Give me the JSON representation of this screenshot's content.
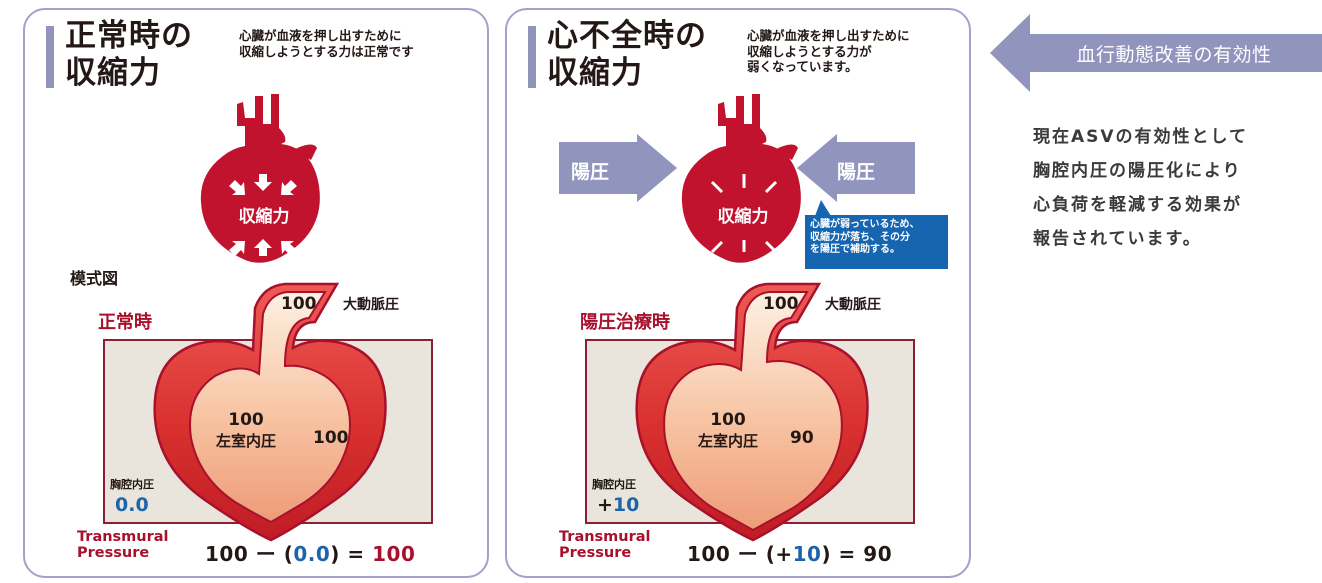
{
  "colors": {
    "accent_red": "#a8112c",
    "heart_red": "#c1122e",
    "pressure_arrow": "#9194bd",
    "callout_blue": "#1565b0",
    "value_blue": "#1e64ab",
    "panel_border": "#9fa3c9",
    "box_fill": "#e9e5dc"
  },
  "icons": {
    "heart": "heart-icon",
    "arrows": "arrow-icon"
  },
  "normal": {
    "title_line1": "正常時の",
    "title_line2": "収縮力",
    "desc_line1": "心臓が血液を押し出すために",
    "desc_line2": "収縮しようとする力は正常です",
    "heart_label": "収縮力",
    "schema_label": "模式図",
    "mode_title": "正常時",
    "aorta_value": "100",
    "aorta_label": "大動脈圧",
    "lv_value": "100",
    "lv_label": "左室内圧",
    "wall_value": "100",
    "itp_label": "胸腔内圧",
    "itp_value": "0.0",
    "tp_label_line1": "Transmural",
    "tp_label_line2": "Pressure",
    "formula_a": "100",
    "formula_op": "ー",
    "formula_open": "(",
    "formula_b": "0.0",
    "formula_close": ")",
    "formula_eq": "=",
    "formula_result": "100"
  },
  "failure": {
    "title_line1": "心不全時の",
    "title_line2": "収縮力",
    "desc_line1": "心臓が血液を押し出すために",
    "desc_line2": "収縮しようとする力が",
    "desc_line3": "弱くなっています。",
    "heart_label": "収縮力",
    "positive_pressure_left": "陽圧",
    "positive_pressure_right": "陽圧",
    "callout_line1": "心臓が弱っているため、",
    "callout_line2": "収縮力が落ち、その分",
    "callout_line3": "を陽圧で補助する。",
    "mode_title": "陽圧治療時",
    "aorta_value": "100",
    "aorta_label": "大動脈圧",
    "lv_value": "100",
    "lv_label": "左室内圧",
    "wall_value": "90",
    "itp_label": "胸腔内圧",
    "itp_sign": "+",
    "itp_value": "10",
    "tp_label_line1": "Transmural",
    "tp_label_line2": "Pressure",
    "formula_a": "100",
    "formula_op": "ー",
    "formula_open": "(+",
    "formula_b": "10",
    "formula_close": ")",
    "formula_eq": "=",
    "formula_result": "90"
  },
  "side": {
    "banner": "血行動態改善の有効性",
    "line1": "現在ASVの有効性として",
    "line2": "胸腔内圧の陽圧化により",
    "line3": "心負荷を軽減する効果が",
    "line4": "報告されています。"
  }
}
